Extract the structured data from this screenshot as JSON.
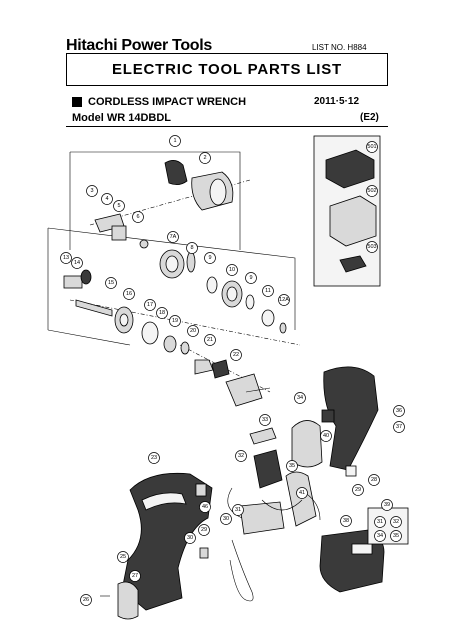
{
  "header": {
    "brand": "Hitachi Power Tools",
    "list_no": "LIST NO. H884",
    "title": "ELECTRIC  TOOL  PARTS  LIST",
    "product": "CORDLESS IMPACT WRENCH",
    "date": "2011·5·12",
    "model": "Model WR 14DBDL",
    "edition": "(E2)"
  },
  "callouts": {
    "c1": "1",
    "c2": "2",
    "c3": "3",
    "c4": "4",
    "c5": "5",
    "c6": "6",
    "c7a": "7A",
    "c8": "8",
    "c9a": "9",
    "c10": "10",
    "c9b": "9",
    "c11": "11",
    "c12a": "12A",
    "c13": "13",
    "c14": "14",
    "c15": "15",
    "c16": "16",
    "c17": "17",
    "c18": "18",
    "c19": "19",
    "c20": "20",
    "c21": "21",
    "c22": "22",
    "c23": "23",
    "c25": "25",
    "c26": "26",
    "c27": "27",
    "c28": "28",
    "c29a": "29",
    "c29b": "29",
    "c30": "30",
    "c31": "31",
    "c32": "32",
    "c33": "33",
    "c34": "34",
    "c35": "35",
    "c36": "36",
    "c37": "37",
    "c38": "38",
    "c39": "39",
    "c40": "40",
    "c41": "41",
    "c46": "46",
    "c501": "501",
    "c502": "502",
    "c503": "503",
    "k31": "31",
    "k32": "32",
    "k34": "34",
    "k35": "35"
  }
}
